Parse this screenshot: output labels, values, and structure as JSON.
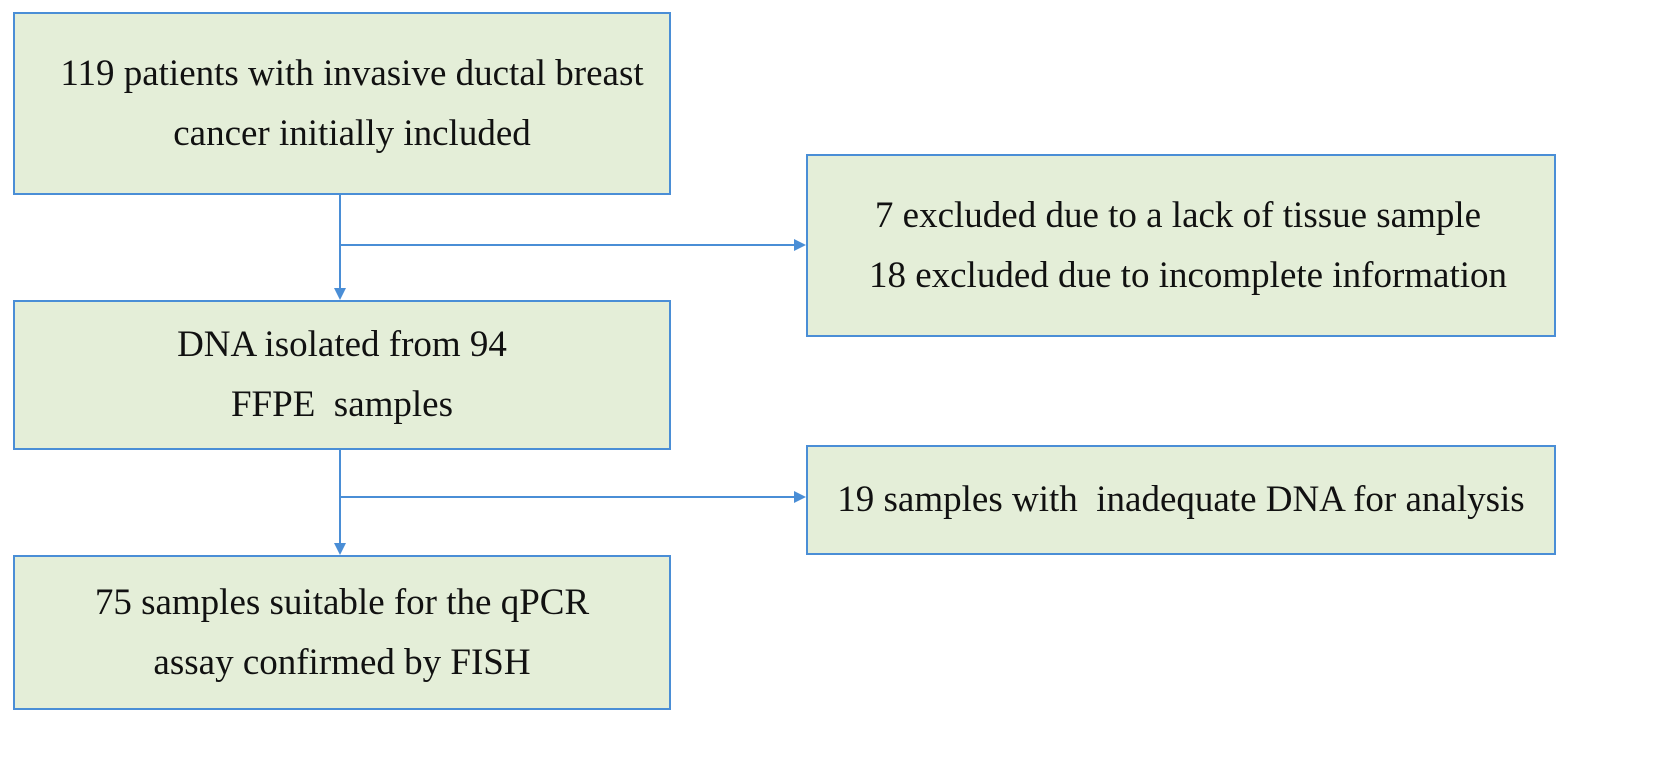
{
  "flowchart": {
    "boxes": {
      "initial": {
        "line1": "119 patients with invasive ductal breast",
        "line2": "cancer initially included"
      },
      "excluded": {
        "line1": "7 excluded due to a lack of tissue sample",
        "line2": "18 excluded due to incomplete information"
      },
      "isolated": {
        "line1": "DNA isolated from 94",
        "line2": "FFPE  samples"
      },
      "inadequate": {
        "line1": "19 samples with  inadequate DNA for analysis"
      },
      "suitable": {
        "line1": "75 samples suitable for the qPCR",
        "line2": "assay confirmed by FISH"
      }
    },
    "colors": {
      "box_fill": "#e4eed8",
      "box_border": "#4a8ed6",
      "arrow": "#4a8ed6",
      "text": "#111111"
    }
  }
}
